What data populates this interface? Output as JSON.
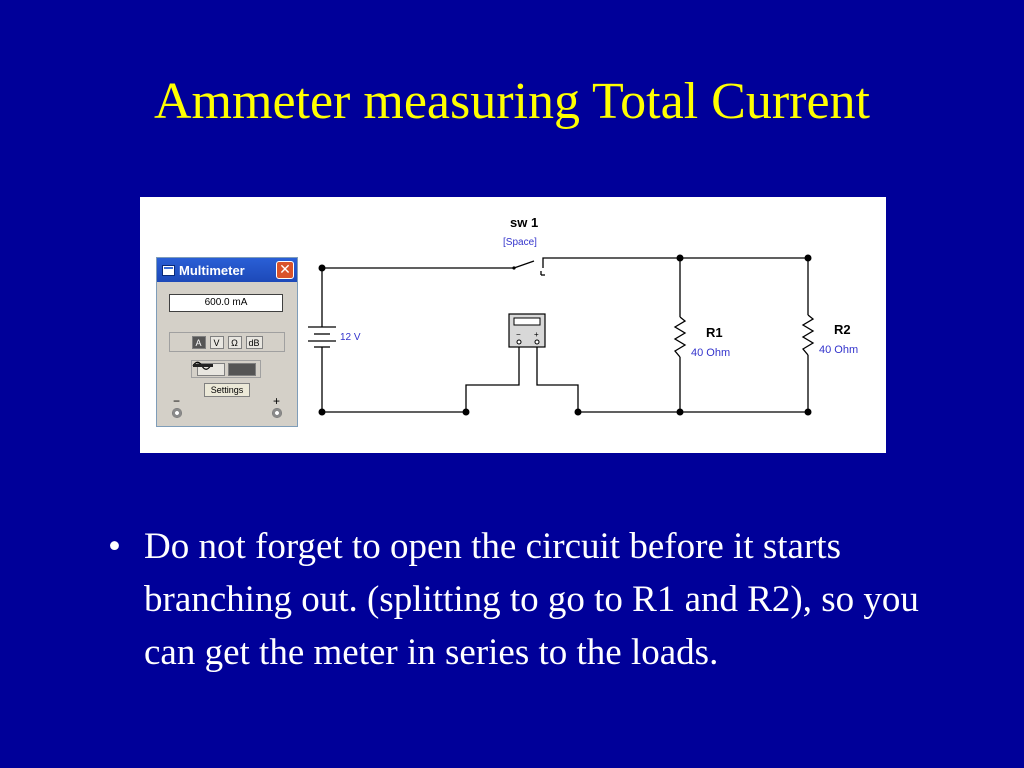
{
  "slide": {
    "title": "Ammeter measuring Total Current",
    "bullets": [
      "Do not forget to open the circuit before it starts branching out. (splitting to go to R1 and R2), so you can get the meter in series to the loads."
    ]
  },
  "circuit": {
    "switch_label": "sw 1",
    "switch_key": "[Space]",
    "battery_label": "12 V",
    "r1_name": "R1",
    "r1_value": "40  Ohm",
    "r2_name": "R2",
    "r2_value": "40  Ohm",
    "meter_minus": "−",
    "meter_plus": "+"
  },
  "multimeter": {
    "title": "Multimeter",
    "close_glyph": "✕",
    "display": "600.0   mA",
    "modes": [
      "A",
      "V",
      "Ω",
      "dB"
    ],
    "active_mode": "A",
    "settings_label": "Settings",
    "neg_label": "−",
    "pos_label": "+"
  },
  "colors": {
    "background": "#000099",
    "title": "#ffff00",
    "text": "#ffffff",
    "label_blue": "#3333cc"
  }
}
